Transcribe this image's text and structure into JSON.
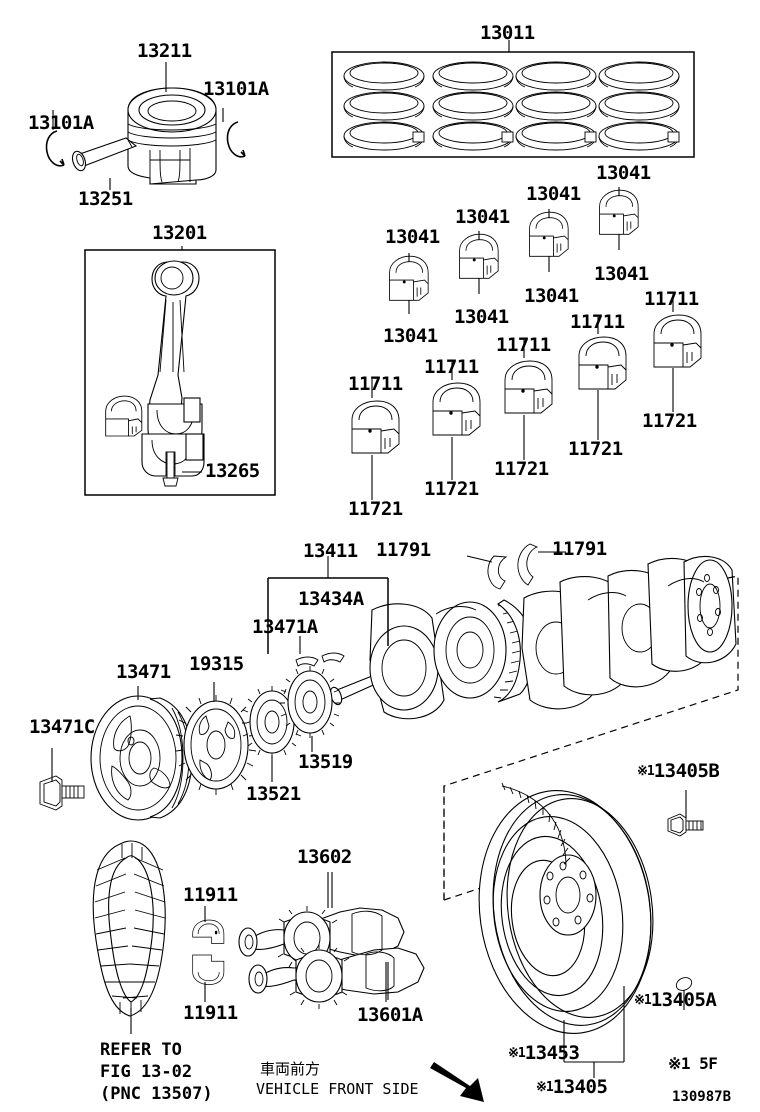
{
  "diagram": {
    "code": "130987B",
    "footnote": "※1 5F",
    "front_note_jp": "車両前方",
    "front_note_en": "VEHICLE FRONT SIDE",
    "refer_note": "REFER TO\nFIG 13-02\n(PNC 13507)"
  },
  "labels": {
    "piston": "13211",
    "snapring_left": "13101A",
    "snapring_right": "13101A",
    "piston_pin": "13251",
    "rings_box": "13011",
    "conrod_box": "13201",
    "conrod_bolt": "13265",
    "rod_bearing": "13041",
    "main_bearing_upper": "11711",
    "main_bearing_lower": "11721",
    "crankshaft": "13411",
    "thrust_washer": "11791",
    "key_box": "13434A",
    "key_small": "13471A",
    "pulley": "13471",
    "pulley_bolt": "13471C",
    "timing_sprocket": "19315",
    "oil_pump_drive": "13521",
    "sprocket_spacer": "13519",
    "balance_shaft_rear": "13602",
    "balance_shaft_front": "13601A",
    "balance_bearing": "11911",
    "flywheel_bolt": "13405B",
    "flywheel_pin": "13405A",
    "ring_gear": "13453",
    "flywheel": "13405",
    "star_prefix": "※1"
  },
  "callouts": {
    "rod_bearings": [
      "13041",
      "13041",
      "13041",
      "13041",
      "13041",
      "13041",
      "13041",
      "13041"
    ],
    "main_bearings_upper": [
      "11711",
      "11711",
      "11711",
      "11711"
    ],
    "main_bearings_lower": [
      "11721",
      "11721",
      "11721",
      "11721"
    ],
    "thrust_washers": [
      "11791",
      "11791"
    ],
    "balance_bearings": [
      "11911",
      "11911"
    ]
  }
}
